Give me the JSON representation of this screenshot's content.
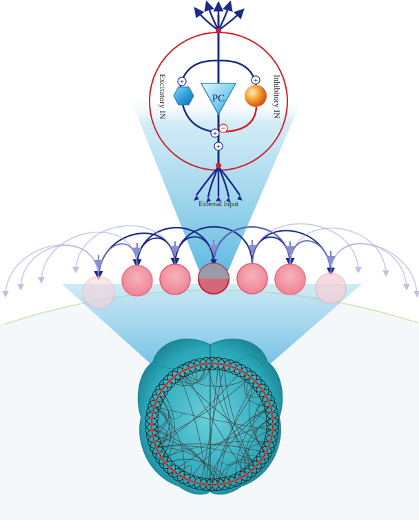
{
  "labels": {
    "pc": "PC",
    "excitatory": "Excitatory IN",
    "inhibitory": "Inhibitory IN",
    "external_input": "External Input"
  },
  "signs": {
    "plus": "+",
    "minus": "−"
  },
  "colors": {
    "circuit_ring": "#d0202a",
    "axon_blue": "#1c2a8c",
    "inhibitory_red": "#d0202a",
    "node_fill": "#f08a9a",
    "center_node_fill": "#d4687a",
    "beam": "#4fb3dd",
    "brain": "#2aa7b8"
  }
}
